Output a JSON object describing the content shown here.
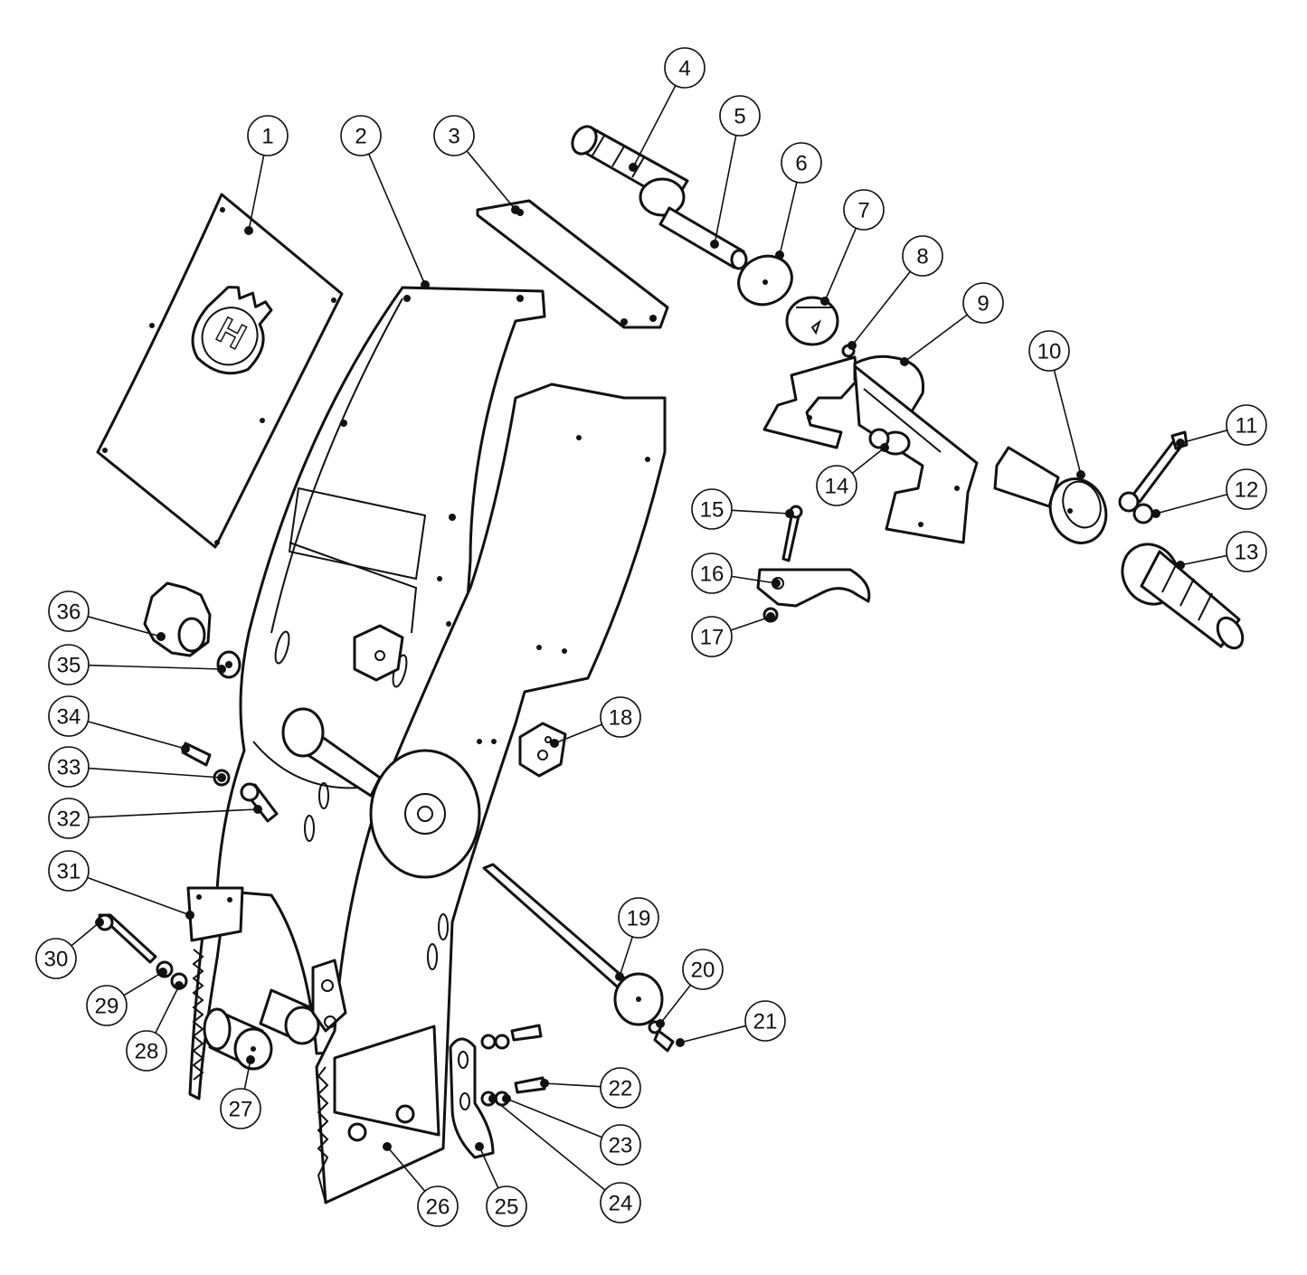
{
  "callouts": [
    {
      "id": "1",
      "label": "1"
    },
    {
      "id": "2",
      "label": "2"
    },
    {
      "id": "3",
      "label": "3"
    },
    {
      "id": "4",
      "label": "4"
    },
    {
      "id": "5",
      "label": "5"
    },
    {
      "id": "6",
      "label": "6"
    },
    {
      "id": "7",
      "label": "7"
    },
    {
      "id": "8",
      "label": "8"
    },
    {
      "id": "9",
      "label": "9"
    },
    {
      "id": "10",
      "label": "10"
    },
    {
      "id": "11",
      "label": "11"
    },
    {
      "id": "12",
      "label": "12"
    },
    {
      "id": "13",
      "label": "13"
    },
    {
      "id": "14",
      "label": "14"
    },
    {
      "id": "15",
      "label": "15"
    },
    {
      "id": "16",
      "label": "16"
    },
    {
      "id": "17",
      "label": "17"
    },
    {
      "id": "18",
      "label": "18"
    },
    {
      "id": "19",
      "label": "19"
    },
    {
      "id": "20",
      "label": "20"
    },
    {
      "id": "21",
      "label": "21"
    },
    {
      "id": "22",
      "label": "22"
    },
    {
      "id": "23",
      "label": "23"
    },
    {
      "id": "24",
      "label": "24"
    },
    {
      "id": "25",
      "label": "25"
    },
    {
      "id": "26",
      "label": "26"
    },
    {
      "id": "27",
      "label": "27"
    },
    {
      "id": "28",
      "label": "28"
    },
    {
      "id": "29",
      "label": "29"
    },
    {
      "id": "30",
      "label": "30"
    },
    {
      "id": "31",
      "label": "31"
    },
    {
      "id": "32",
      "label": "32"
    },
    {
      "id": "33",
      "label": "33"
    },
    {
      "id": "34",
      "label": "34"
    },
    {
      "id": "35",
      "label": "35"
    },
    {
      "id": "36",
      "label": "36"
    }
  ],
  "logo_letter": "H",
  "colors": {
    "line": "#111111",
    "background": "#ffffff"
  }
}
